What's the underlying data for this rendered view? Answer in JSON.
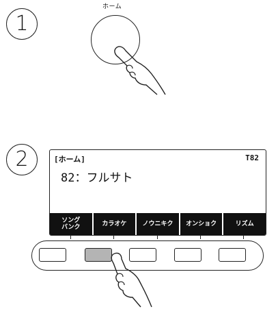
{
  "steps": {
    "step1": "1",
    "step2": "2"
  },
  "home_label": "ホーム",
  "display": {
    "title": "[ホーム]",
    "tone": "T82",
    "main": "82：フルサト",
    "softkeys": [
      "ソング\nバンク",
      "カラオケ",
      "ノウニキク",
      "オンショク",
      "リズム"
    ]
  },
  "buttons": [
    {
      "id": "button-1",
      "pressed": false
    },
    {
      "id": "button-2",
      "pressed": true
    },
    {
      "id": "button-3",
      "pressed": false
    },
    {
      "id": "button-4",
      "pressed": false
    },
    {
      "id": "button-5",
      "pressed": false
    }
  ],
  "icons": {
    "hand": "pointing-hand-icon"
  }
}
